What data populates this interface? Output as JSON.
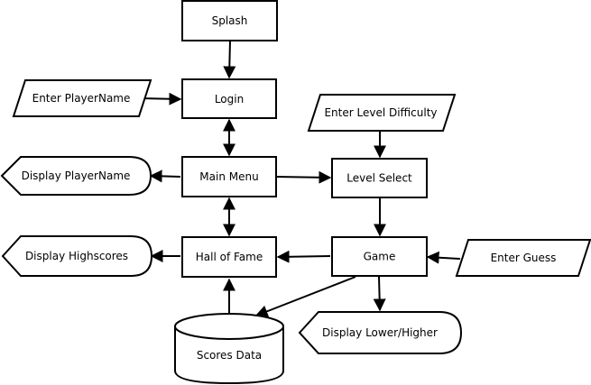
{
  "diagram": {
    "nodes": {
      "splash": "Splash",
      "login": "Login",
      "enter_player_name": "Enter PlayerName",
      "enter_level_difficulty": "Enter Level Difficulty",
      "display_player_name": "Display PlayerName",
      "main_menu": "Main Menu",
      "level_select": "Level Select",
      "display_highscores": "Display Highscores",
      "hall_of_fame": "Hall of Fame",
      "game": "Game",
      "enter_guess": "Enter Guess",
      "scores_data": "Scores Data",
      "display_lower_higher": "Display Lower/Higher"
    },
    "edges": [
      {
        "from": "splash",
        "to": "login",
        "direction": "forward"
      },
      {
        "from": "enter_player_name",
        "to": "login",
        "direction": "forward"
      },
      {
        "from": "login",
        "to": "main_menu",
        "direction": "both"
      },
      {
        "from": "main_menu",
        "to": "display_player_name",
        "direction": "forward"
      },
      {
        "from": "main_menu",
        "to": "level_select",
        "direction": "forward"
      },
      {
        "from": "enter_level_difficulty",
        "to": "level_select",
        "direction": "forward"
      },
      {
        "from": "main_menu",
        "to": "hall_of_fame",
        "direction": "both"
      },
      {
        "from": "level_select",
        "to": "game",
        "direction": "forward"
      },
      {
        "from": "game",
        "to": "hall_of_fame",
        "direction": "forward"
      },
      {
        "from": "hall_of_fame",
        "to": "display_highscores",
        "direction": "forward"
      },
      {
        "from": "enter_guess",
        "to": "game",
        "direction": "forward"
      },
      {
        "from": "game",
        "to": "display_lower_higher",
        "direction": "forward"
      },
      {
        "from": "game",
        "to": "scores_data",
        "direction": "forward"
      },
      {
        "from": "scores_data",
        "to": "hall_of_fame",
        "direction": "forward"
      }
    ]
  }
}
